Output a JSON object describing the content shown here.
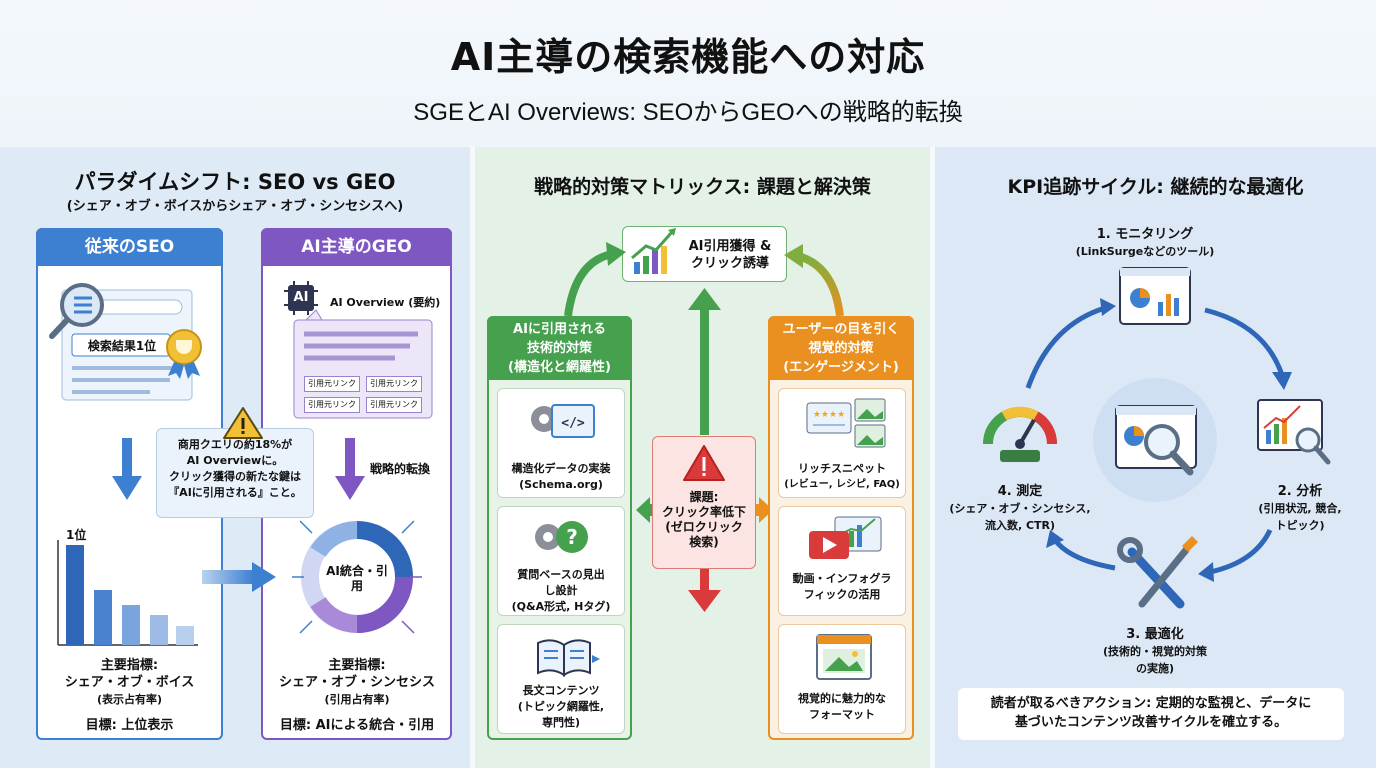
{
  "header": {
    "title": "AI主導の検索機能への対応",
    "subtitle": "SGEとAI Overviews: SEOからGEOへの戦略的転換"
  },
  "left": {
    "title": "パラダイムシフト: SEO vs GEO",
    "subtitle": "(シェア・オブ・ボイスからシェア・オブ・シンセシスへ)",
    "seo": {
      "heading": "従来のSEO",
      "result_label": "検索結果1位",
      "rank_label": "1位",
      "metric_label": "主要指標:",
      "metric_value": "シェア・オブ・ボイス",
      "metric_detail": "(表示占有率)",
      "goal": "目標: 上位表示"
    },
    "geo": {
      "heading": "AI主導のGEO",
      "ai_chip": "AI",
      "overview_label": "AI Overview (要約)",
      "links": [
        "引用元リンク",
        "引用元リンク",
        "引用元リンク",
        "引用元リンク"
      ],
      "shift_label": "戦略的転換",
      "center_label": "AI統合・引用",
      "metric_label": "主要指標:",
      "metric_value": "シェア・オブ・シンセシス",
      "metric_detail": "(引用占有率)",
      "goal": "目標: AIによる統合・引用"
    },
    "callout": {
      "line1": "商用クエリの約18%が",
      "line2": "AI Overviewに。",
      "line3": "クリック獲得の新たな鍵は",
      "line4": "『AIに引用される』こと。"
    }
  },
  "middle": {
    "title": "戦略的対策マトリックス: 課題と解決策",
    "goal_line1": "AI引用獲得 &",
    "goal_line2": "クリック誘導",
    "problem_line1": "課題:",
    "problem_line2": "クリック率低下",
    "problem_line3": "(ゼロクリック",
    "problem_line4": "検索)",
    "green": {
      "heading_line1": "AIに引用される",
      "heading_line2": "技術的対策",
      "heading_line3": "(構造化と網羅性)",
      "items": [
        {
          "line1": "構造化データの実装",
          "line2": "(Schema.org)"
        },
        {
          "line1": "質問ベースの見出",
          "line2": "し設計",
          "line3": "(Q&A形式, Hタグ)"
        },
        {
          "line1": "長文コンテンツ",
          "line2": "(トピック網羅性,",
          "line3": "専門性)"
        }
      ]
    },
    "orange": {
      "heading_line1": "ユーザーの目を引く",
      "heading_line2": "視覚的対策",
      "heading_line3": "(エンゲージメント)",
      "items": [
        {
          "line1": "リッチスニペット",
          "line2": "(レビュー, レシピ, FAQ)"
        },
        {
          "line1": "動画・インフォグラ",
          "line2": "フィックの活用"
        },
        {
          "line1": "視覚的に魅力的な",
          "line2": "フォーマット"
        }
      ]
    }
  },
  "right": {
    "title": "KPI追跡サイクル: 継続的な最適化",
    "steps": [
      {
        "label": "1. モニタリング",
        "detail": "(LinkSurgeなどのツール)"
      },
      {
        "label": "2. 分析",
        "detail1": "(引用状況, 競合,",
        "detail2": "トピック)"
      },
      {
        "label": "3. 最適化",
        "detail1": "(技術的・視覚的対策",
        "detail2": "の実施)"
      },
      {
        "label": "4. 測定",
        "detail1": "(シェア・オブ・シンセシス,",
        "detail2": "流入数, CTR)"
      }
    ],
    "note_line1": "読者が取るべきアクション: 定期的な監視と、データに",
    "note_line2": "基づいたコンテンツ改善サイクルを確立する。"
  },
  "colors": {
    "seo_blue": "#3d7fd0",
    "geo_purple": "#7e57c2",
    "green": "#46a14f",
    "orange": "#ea9020",
    "red": "#d93a3a"
  },
  "icons": [
    "magnifier-icon",
    "trophy-icon",
    "ai-chip-icon",
    "warning-icon",
    "gear-code-icon",
    "gear-question-icon",
    "book-icon",
    "stars-image-icon",
    "video-chart-icon",
    "browser-image-icon",
    "growth-chart-icon",
    "dashboard-icon",
    "gauge-icon",
    "tools-icon"
  ]
}
